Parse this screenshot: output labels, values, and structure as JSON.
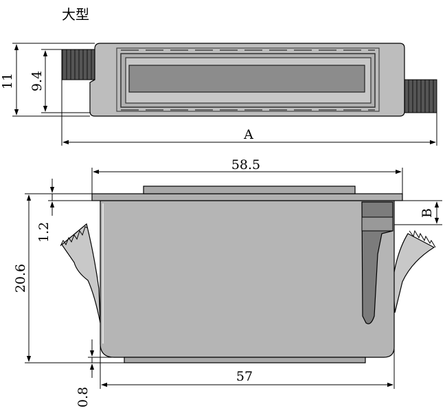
{
  "title": "大型",
  "top_view": {
    "dim_height_outer": "11",
    "dim_height_inner": "9.4",
    "dim_length": "A"
  },
  "side_view": {
    "dim_flange_width": "58.5",
    "dim_body_width": "57",
    "dim_height": "20.6",
    "dim_flange_thickness": "1.2",
    "dim_bottom_plate": "0.8",
    "dim_b": "B"
  }
}
